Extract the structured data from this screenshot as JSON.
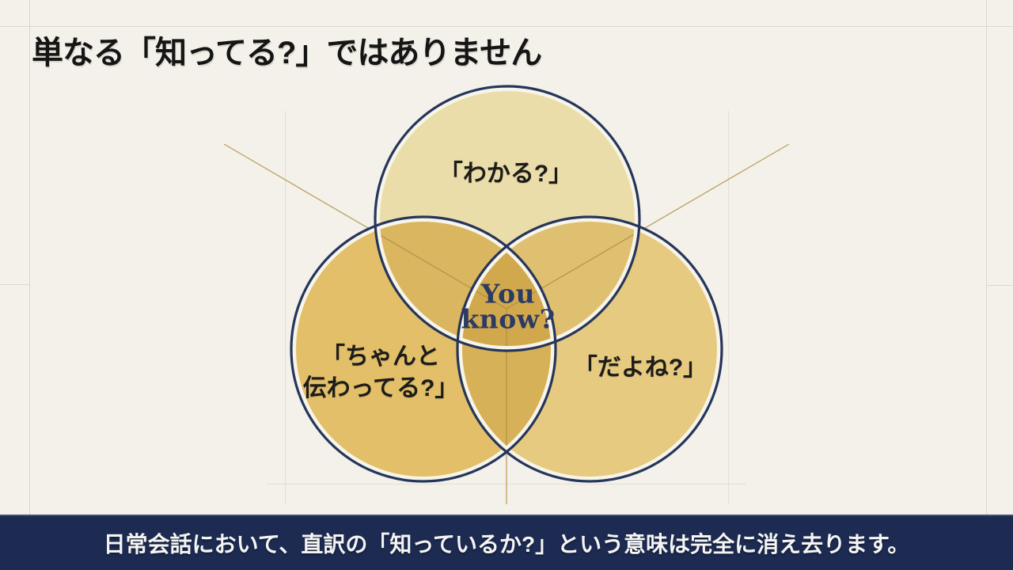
{
  "slide": {
    "title": "単なる「知ってる?」ではありません",
    "footer": "日常会話において、直訳の「知っているか?」という意味は完全に消え去ります。"
  },
  "venn": {
    "type": "venn-3-circles",
    "center_label": "You\nknow?",
    "circles": [
      {
        "id": "top",
        "label": "「わかる?」"
      },
      {
        "id": "left",
        "label": "「ちゃんと\n伝わってる?」"
      },
      {
        "id": "right",
        "label": "「だよね?」"
      }
    ]
  },
  "colors": {
    "background": "#f3f1ea",
    "guide_line": "#dcd8ca",
    "title_text": "#151515",
    "circle_outline": "#26355b",
    "circle_halo": "#f7f4e8",
    "circle_top_fill": "#ebdda9",
    "circle_left_fill": "#e2bf68",
    "circle_right_fill": "#e6ca80",
    "overlap_top_left": "#dab661",
    "overlap_top_right": "#dfc071",
    "overlap_left_right": "#d7b158",
    "overlap_center": "#d2a84d",
    "gold_line": "#ab8c3c",
    "label_text": "#1d1c1a",
    "center_text": "#2b3b63",
    "banner_background": "#1d2b53",
    "banner_text": "#f5f5f4"
  }
}
